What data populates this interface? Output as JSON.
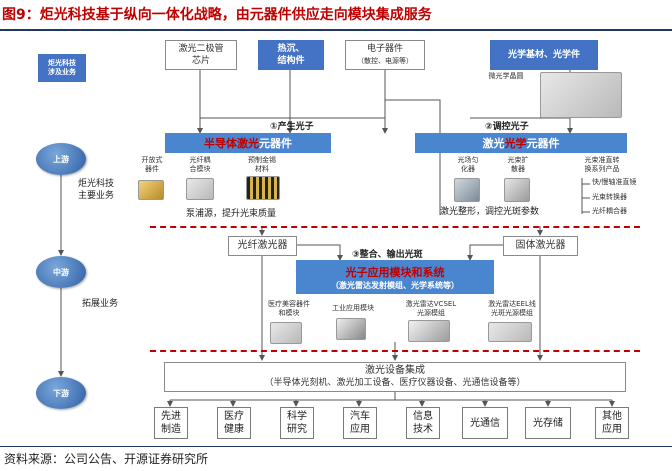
{
  "title": "图9：炬光科技基于纵向一体化战略，由元器件供应走向模块集成服务",
  "source": "资料来源：公司公告、开源证券研究所",
  "left_label": "炬光科技\n涉及业务",
  "main_business": "炬光科技\n主要业务",
  "expand_business": "拓展业务",
  "stages": {
    "upstream": "上游",
    "midstream": "中游",
    "downstream": "下游"
  },
  "top_inputs": {
    "diode_chip": "激光二极管\n芯片",
    "heat_struct": "热沉、\n结构件",
    "electronics": "电子器件",
    "electronics_sub": "（散控、电源等）",
    "optical_material": "光学基材、光学件",
    "micro_optics_img": "微光学晶圆"
  },
  "step1": "①产生光子",
  "step2": "②调控光子",
  "step3": "③整合、输出光斑",
  "semiconductor_header": {
    "a": "半导体",
    "b": "激光",
    "c": "元器件"
  },
  "optics_header": {
    "a": "激光",
    "b": "光学",
    "c": "元器件"
  },
  "semi_parts": [
    "开放式\n器件",
    "光纤耦\n合模块",
    "预制金锡\n材料"
  ],
  "semi_caption": "泵浦源，提升光束质量",
  "optic_parts": [
    "光场匀\n化器",
    "光束扩\n散器",
    "光束准直转\n换系列产品"
  ],
  "optic_caption": "激光整形，调控光斑参数",
  "optic_list": [
    "快/慢轴准直镜",
    "光束转换器",
    "光纤耦合器"
  ],
  "fiber_laser": "光纤激光器",
  "solid_laser": "固体激光器",
  "module_header": "光子应用模块和系统",
  "module_sub": "（激光雷达发射模组、光学系统等）",
  "module_parts": [
    "医疗美容器件\n和模块",
    "工业应用模块",
    "激光雷达VCSEL\n光源模组",
    "激光雷达EEL线\n光斑光源模组"
  ],
  "integration_title": "激光设备集成",
  "integration_sub": "（半导体光刻机、激光加工设备、医疗仪器设备、光通信设备等）",
  "applications": [
    "先进\n制造",
    "医疗\n健康",
    "科学\n研究",
    "汽车\n应用",
    "信息\n技术",
    "光通信",
    "光存储",
    "其他\n应用"
  ]
}
